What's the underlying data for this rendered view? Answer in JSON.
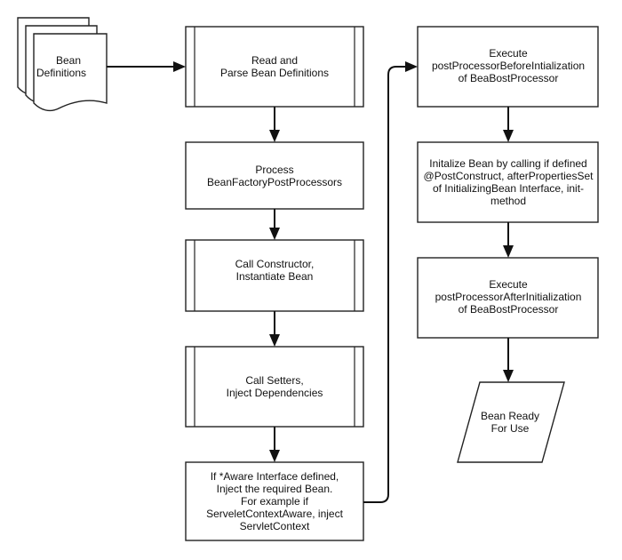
{
  "diagram": {
    "nodes": {
      "bean_definitions": {
        "lines": [
          "Bean",
          "Definitions"
        ]
      },
      "read_parse": {
        "lines": [
          "Read and",
          "Parse Bean Definitions"
        ]
      },
      "process_bfpp": {
        "lines": [
          "Process",
          "BeanFactoryPostProcessors"
        ]
      },
      "call_constructor": {
        "lines": [
          "Call Constructor,",
          "Instantiate Bean"
        ]
      },
      "call_setters": {
        "lines": [
          "Call Setters,",
          "Inject Dependencies"
        ]
      },
      "aware_interface": {
        "lines": [
          "If *Aware Interface defined,",
          "Inject the required Bean.",
          "For example if",
          "ServeletContextAware, inject",
          "ServletContext"
        ]
      },
      "post_before": {
        "lines": [
          "Execute",
          "postProcessorBeforeIntialization",
          "of BeaBostProcessor"
        ]
      },
      "initialize_bean": {
        "lines": [
          "Initalize Bean by calling if defined",
          "@PostConstruct, afterPropertiesSet",
          "of InitializingBean Interface, init-",
          "method"
        ]
      },
      "post_after": {
        "lines": [
          "Execute",
          "postProcessorAfterInitialization",
          "of BeaBostProcessor"
        ]
      },
      "bean_ready": {
        "lines": [
          "Bean Ready",
          "For Use"
        ]
      }
    }
  }
}
